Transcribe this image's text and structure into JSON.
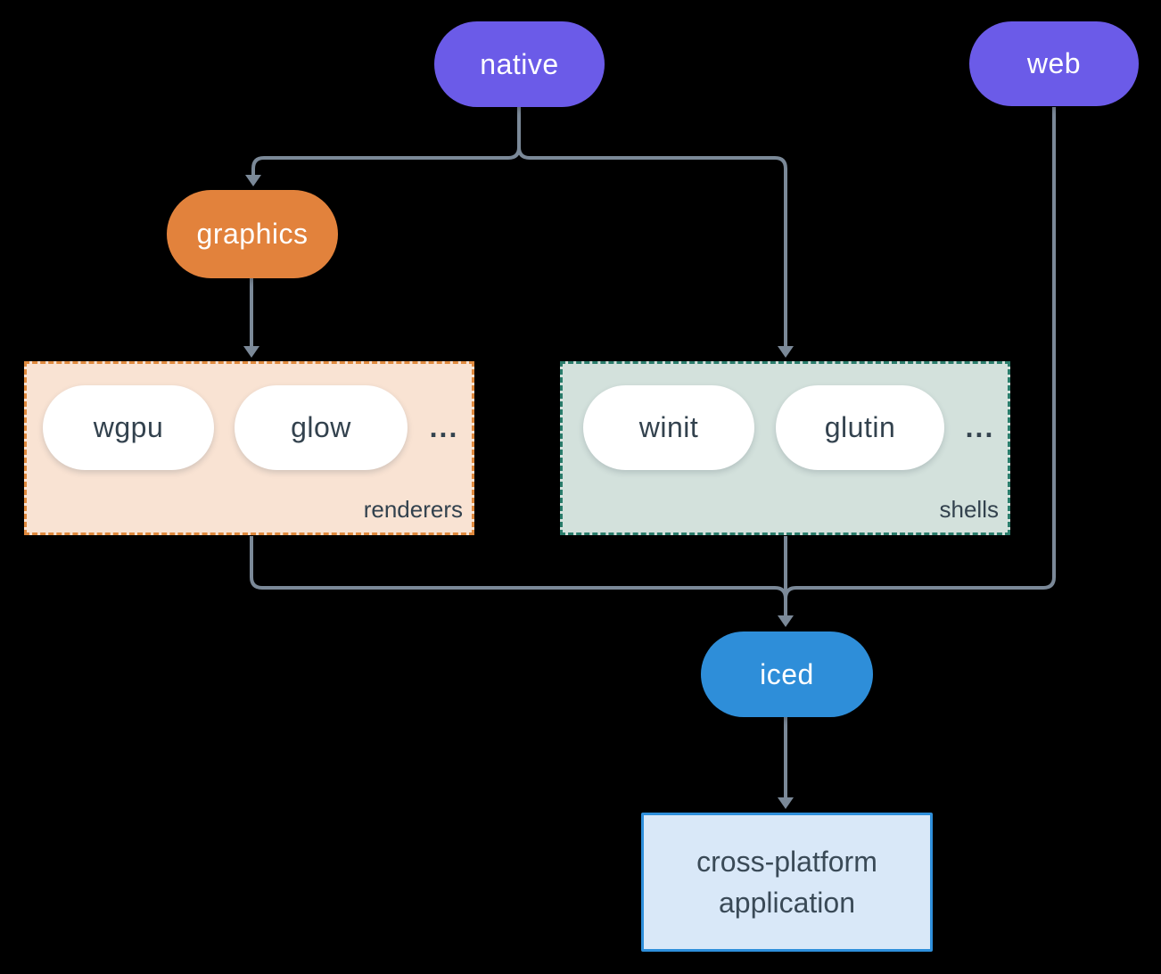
{
  "diagram": {
    "colors": {
      "background": "#000000",
      "connector": "#7B8998",
      "node_purple": "#6B5BE8",
      "node_orange": "#E2823C",
      "node_blue": "#2E8ED9",
      "node_text": "#FFFFFF",
      "dark_text": "#33424E",
      "renderers_fill": "#F9E3D3",
      "renderers_border": "#E08A3E",
      "shells_fill": "#D3E1DC",
      "shells_border": "#2A7D6C",
      "app_fill": "#D9E8F8",
      "app_border": "#2E8FDB"
    },
    "nodes": {
      "native": {
        "label": "native"
      },
      "web": {
        "label": "web"
      },
      "graphics": {
        "label": "graphics"
      },
      "iced": {
        "label": "iced"
      },
      "application": {
        "label": "cross-platform application",
        "line1": "cross-platform",
        "line2": "application"
      }
    },
    "groups": {
      "renderers": {
        "label": "renderers",
        "items": [
          "wgpu",
          "glow"
        ],
        "ellipsis": "..."
      },
      "shells": {
        "label": "shells",
        "items": [
          "winit",
          "glutin"
        ],
        "ellipsis": "..."
      }
    },
    "edges": [
      {
        "from": "native",
        "to": "graphics"
      },
      {
        "from": "native",
        "to": "shells"
      },
      {
        "from": "graphics",
        "to": "renderers"
      },
      {
        "from": "web",
        "to": "iced"
      },
      {
        "from": "renderers",
        "to": "iced"
      },
      {
        "from": "shells",
        "to": "iced"
      },
      {
        "from": "iced",
        "to": "application"
      }
    ]
  }
}
